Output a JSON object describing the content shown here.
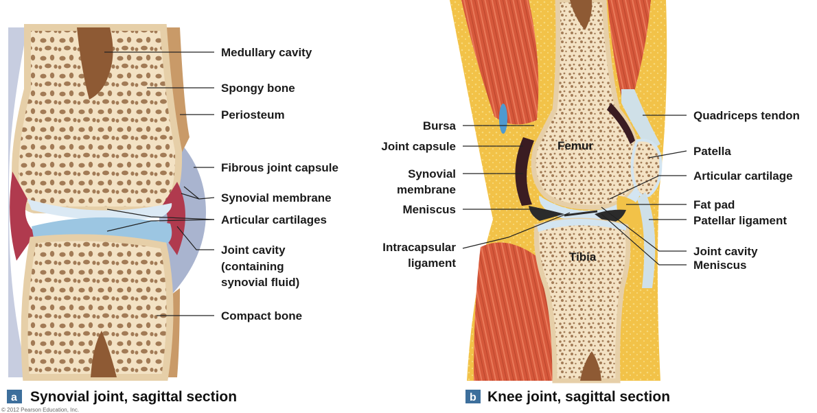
{
  "panel_a": {
    "badge": "a",
    "caption": "Synovial joint, sagittal section",
    "labels": {
      "medullary_cavity": "Medullary cavity",
      "spongy_bone": "Spongy bone",
      "periosteum": "Periosteum",
      "fibrous_joint_capsule": "Fibrous joint capsule",
      "synovial_membrane": "Synovial membrane",
      "articular_cartilages": "Articular cartilages",
      "joint_cavity_1": "Joint cavity",
      "joint_cavity_2": "(containing",
      "joint_cavity_3": "synovial fluid)",
      "compact_bone": "Compact bone"
    }
  },
  "panel_b": {
    "badge": "b",
    "caption": "Knee joint, sagittal section",
    "labels": {
      "bursa": "Bursa",
      "joint_capsule": "Joint capsule",
      "synovial_membrane_1": "Synovial",
      "synovial_membrane_2": "membrane",
      "meniscus_left": "Meniscus",
      "intracapsular_1": "Intracapsular",
      "intracapsular_2": "ligament",
      "quadriceps_tendon": "Quadriceps tendon",
      "patella": "Patella",
      "articular_cartilage": "Articular cartilage",
      "fat_pad": "Fat pad",
      "patellar_ligament": "Patellar ligament",
      "joint_cavity": "Joint cavity",
      "meniscus_right": "Meniscus",
      "femur": "Femur",
      "tibia": "Tibia"
    }
  },
  "footer": "© 2012 Pearson Education, Inc.",
  "colors": {
    "bone": "#f3e2c4",
    "spongy_hole": "#a27b56",
    "marrow": "#8e5a34",
    "compact": "#e6cfa8",
    "periosteum": "#c99a68",
    "capsule": "#a9b4cf",
    "synovial": "#b03a4e",
    "cartilage": "#bcd8ec",
    "muscle": "#d6583b",
    "fat": "#f2c248",
    "badge": "#3d6f9c"
  }
}
